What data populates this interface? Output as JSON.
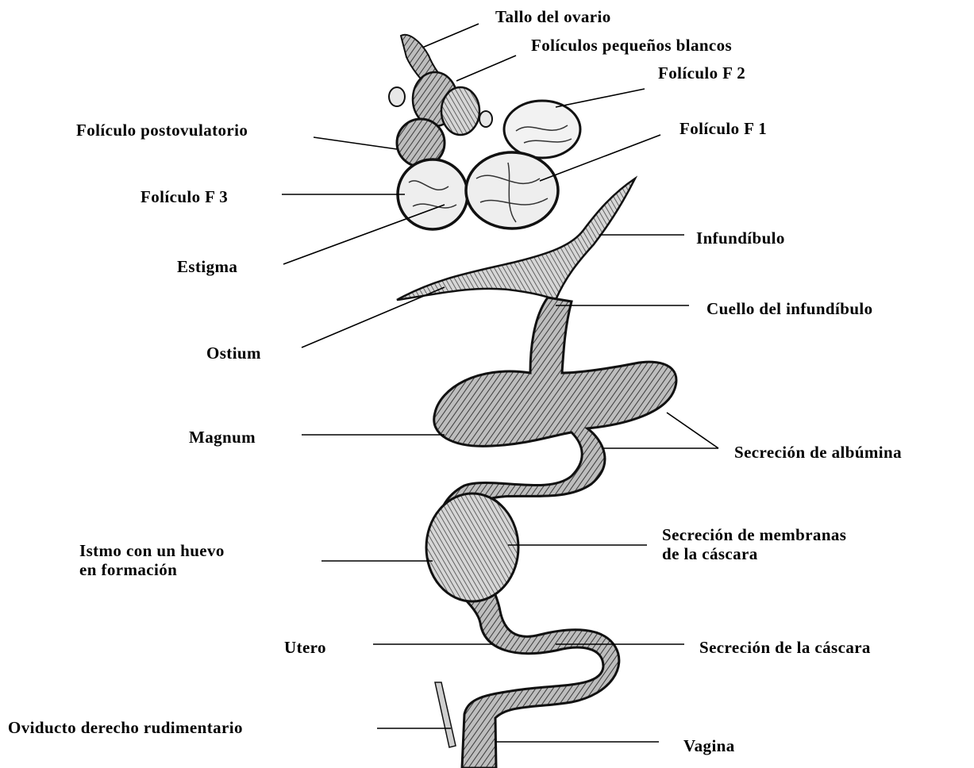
{
  "labels": {
    "tallo_ovario": "Tallo del ovario",
    "foliculos_pequenos": "Folículos pequeños blancos",
    "foliculo_f2": "Folículo F 2",
    "foliculo_postovulatorio": "Folículo postovulatorio",
    "foliculo_f1": "Folículo F 1",
    "foliculo_f3": "Folículo F 3",
    "infundibulo": "Infundíbulo",
    "estigma": "Estigma",
    "cuello_infundibulo": "Cuello del infundíbulo",
    "ostium": "Ostium",
    "magnum": "Magnum",
    "secrecion_albumina": "Secreción de albúmina",
    "secrecion_membranas": "Secreción de membranas\nde la cáscara",
    "istmo": "Istmo con un huevo\nen formación",
    "utero": "Utero",
    "secrecion_cascara": "Secreción de la cáscara",
    "oviducto_derecho": "Oviducto derecho rudimentario",
    "vagina": "Vagina"
  },
  "colors": {
    "ink": "#000000",
    "tissue": "#7a7a7a",
    "tissue_dark": "#2b2b2b"
  }
}
